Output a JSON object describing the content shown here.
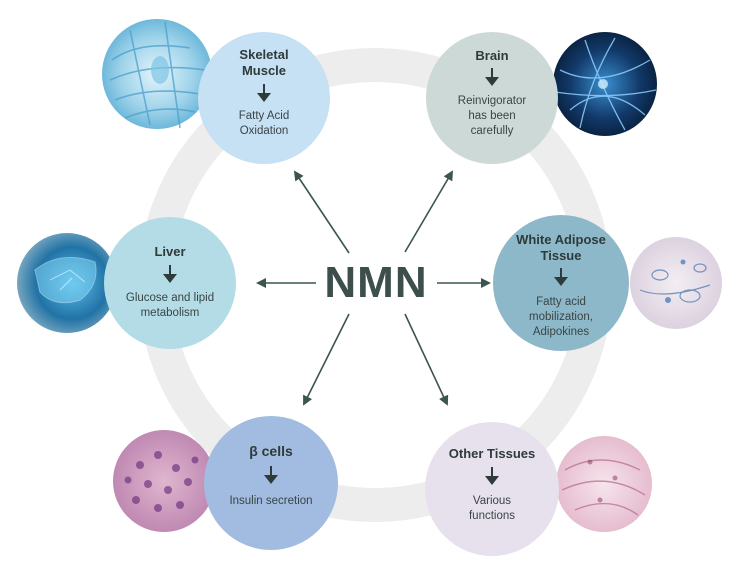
{
  "center": {
    "label": "NMN"
  },
  "nodes": [
    {
      "id": "skeletal-muscle",
      "title_lines": [
        "Skeletal",
        "Muscle"
      ],
      "desc_lines": [
        "Fatty Acid",
        "Oxidation"
      ]
    },
    {
      "id": "brain",
      "title_lines": [
        "Brain"
      ],
      "desc_lines": [
        "Reinvigorator",
        "has been",
        "carefully"
      ]
    },
    {
      "id": "liver",
      "title_lines": [
        "Liver"
      ],
      "desc_lines": [
        "Glucose and lipid",
        "metabolism"
      ]
    },
    {
      "id": "white-adipose-tissue",
      "title_lines": [
        "White Adipose",
        "Tissue"
      ],
      "desc_lines": [
        "Fatty acid",
        "mobilization,",
        "Adipokines"
      ]
    },
    {
      "id": "beta-cells",
      "title_lines": [
        "β cells"
      ],
      "desc_lines": [
        "Insulin secretion"
      ]
    },
    {
      "id": "other-tissues",
      "title_lines": [
        "Other Tissues"
      ],
      "desc_lines": [
        "Various",
        "functions"
      ]
    }
  ],
  "colors": {
    "ring": "#ececec",
    "arrow": "#3c5550",
    "text": "#2f3a3a",
    "skeletal_circle": "#c9e1f5",
    "brain_circle": "#cdd8d6",
    "liver_circle": "#b6dde6",
    "adipose_circle": "#8fb9c9",
    "beta_circle": "#a4bde0",
    "other_circle": "#e6e0ec"
  }
}
